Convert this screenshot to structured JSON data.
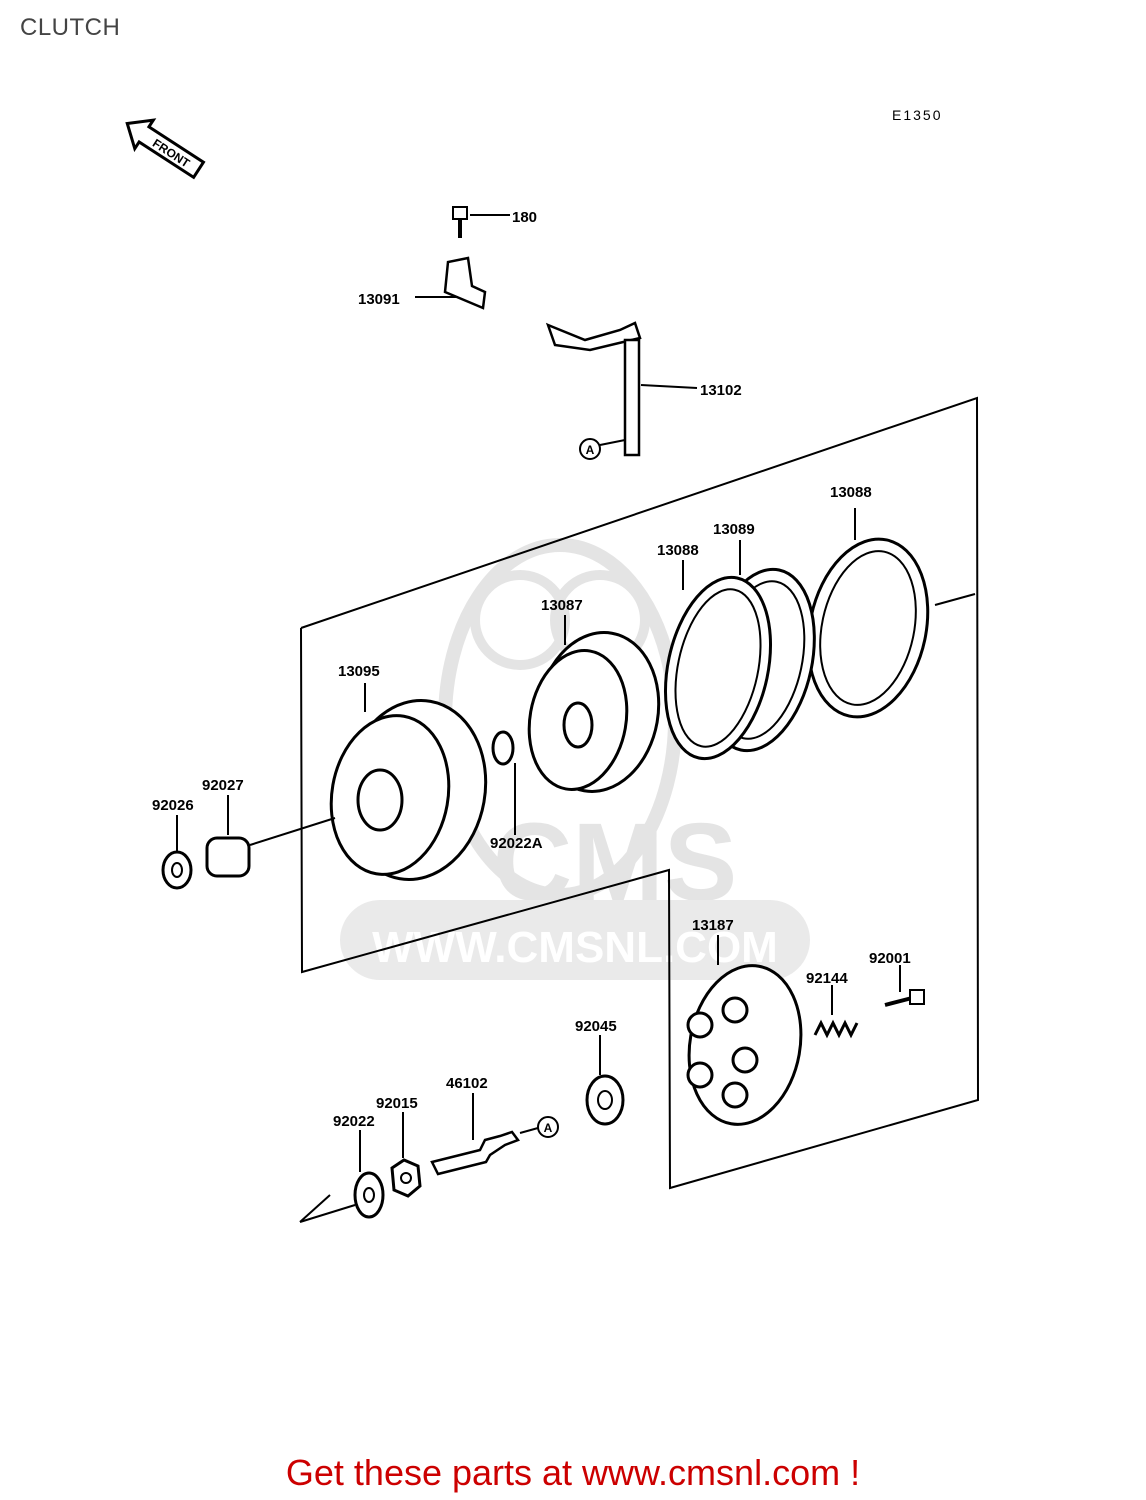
{
  "page_title": "CLUTCH",
  "diagram_code": "E1350",
  "front_label": "FRONT",
  "watermark": {
    "text": "WWW.CMSNL.COM",
    "logo": "CMS"
  },
  "marker": "A",
  "parts": {
    "p180": "180",
    "p13091": "13091",
    "p13102": "13102",
    "p13088a": "13088",
    "p13089": "13089",
    "p13088b": "13088",
    "p13087": "13087",
    "p13095": "13095",
    "p92027": "92027",
    "p92026": "92026",
    "p92022A": "92022A",
    "p13187": "13187",
    "p92001": "92001",
    "p92144": "92144",
    "p92045": "92045",
    "p46102": "46102",
    "p92015": "92015",
    "p92022": "92022"
  },
  "footer": {
    "text": "Get these parts at www.cmsnl.com !",
    "color": "#cc0000"
  },
  "colors": {
    "line": "#000000",
    "watermark": "#cfcfcf",
    "title": "#444444"
  }
}
